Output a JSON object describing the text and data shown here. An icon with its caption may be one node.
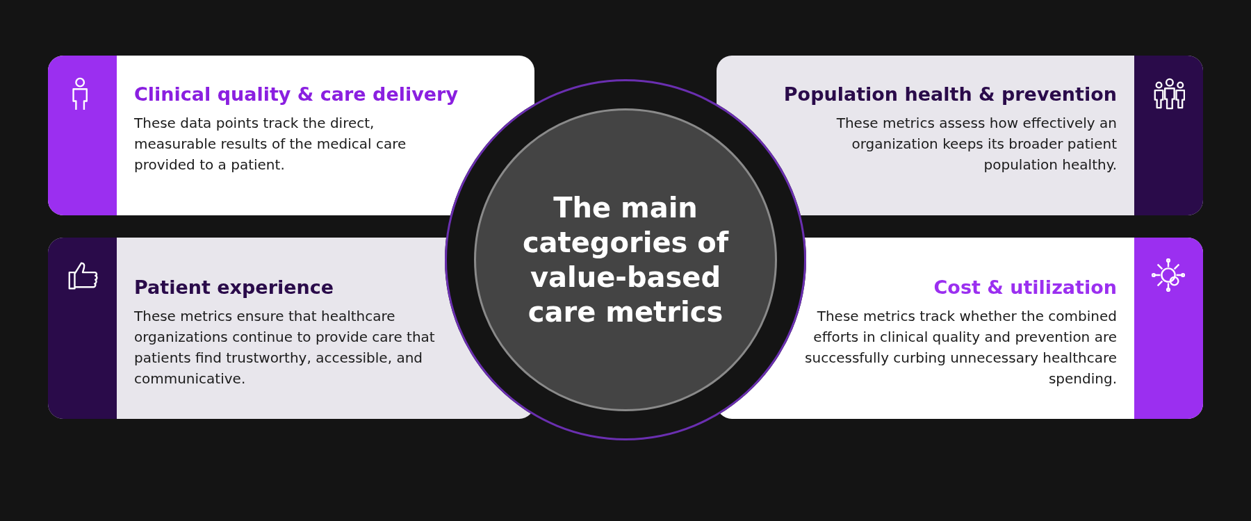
{
  "diagram": {
    "nodes": [
      {
        "text": [
          "The main categories of value-based care metrics"
        ]
      },
      {
        "text": [
          "Clinical quality & care delivery",
          "These data points track the direct, measurable results of the medical care provided to a patient."
        ]
      },
      {
        "text": [
          "Population health & prevention",
          "These metrics assess how effectively an organization keeps its broader patient population healthy."
        ]
      },
      {
        "text": [
          "Patient experience",
          "These metrics ensure that healthcare organizations continue to provide care that patients find trustworthy, accessible, and communicative."
        ]
      },
      {
        "text": [
          "Cost & utilization",
          "These metrics track whether the combined efforts in clinical quality and prevention are successfully curbing unnecessary healthcare spending."
        ]
      }
    ]
  }
}
